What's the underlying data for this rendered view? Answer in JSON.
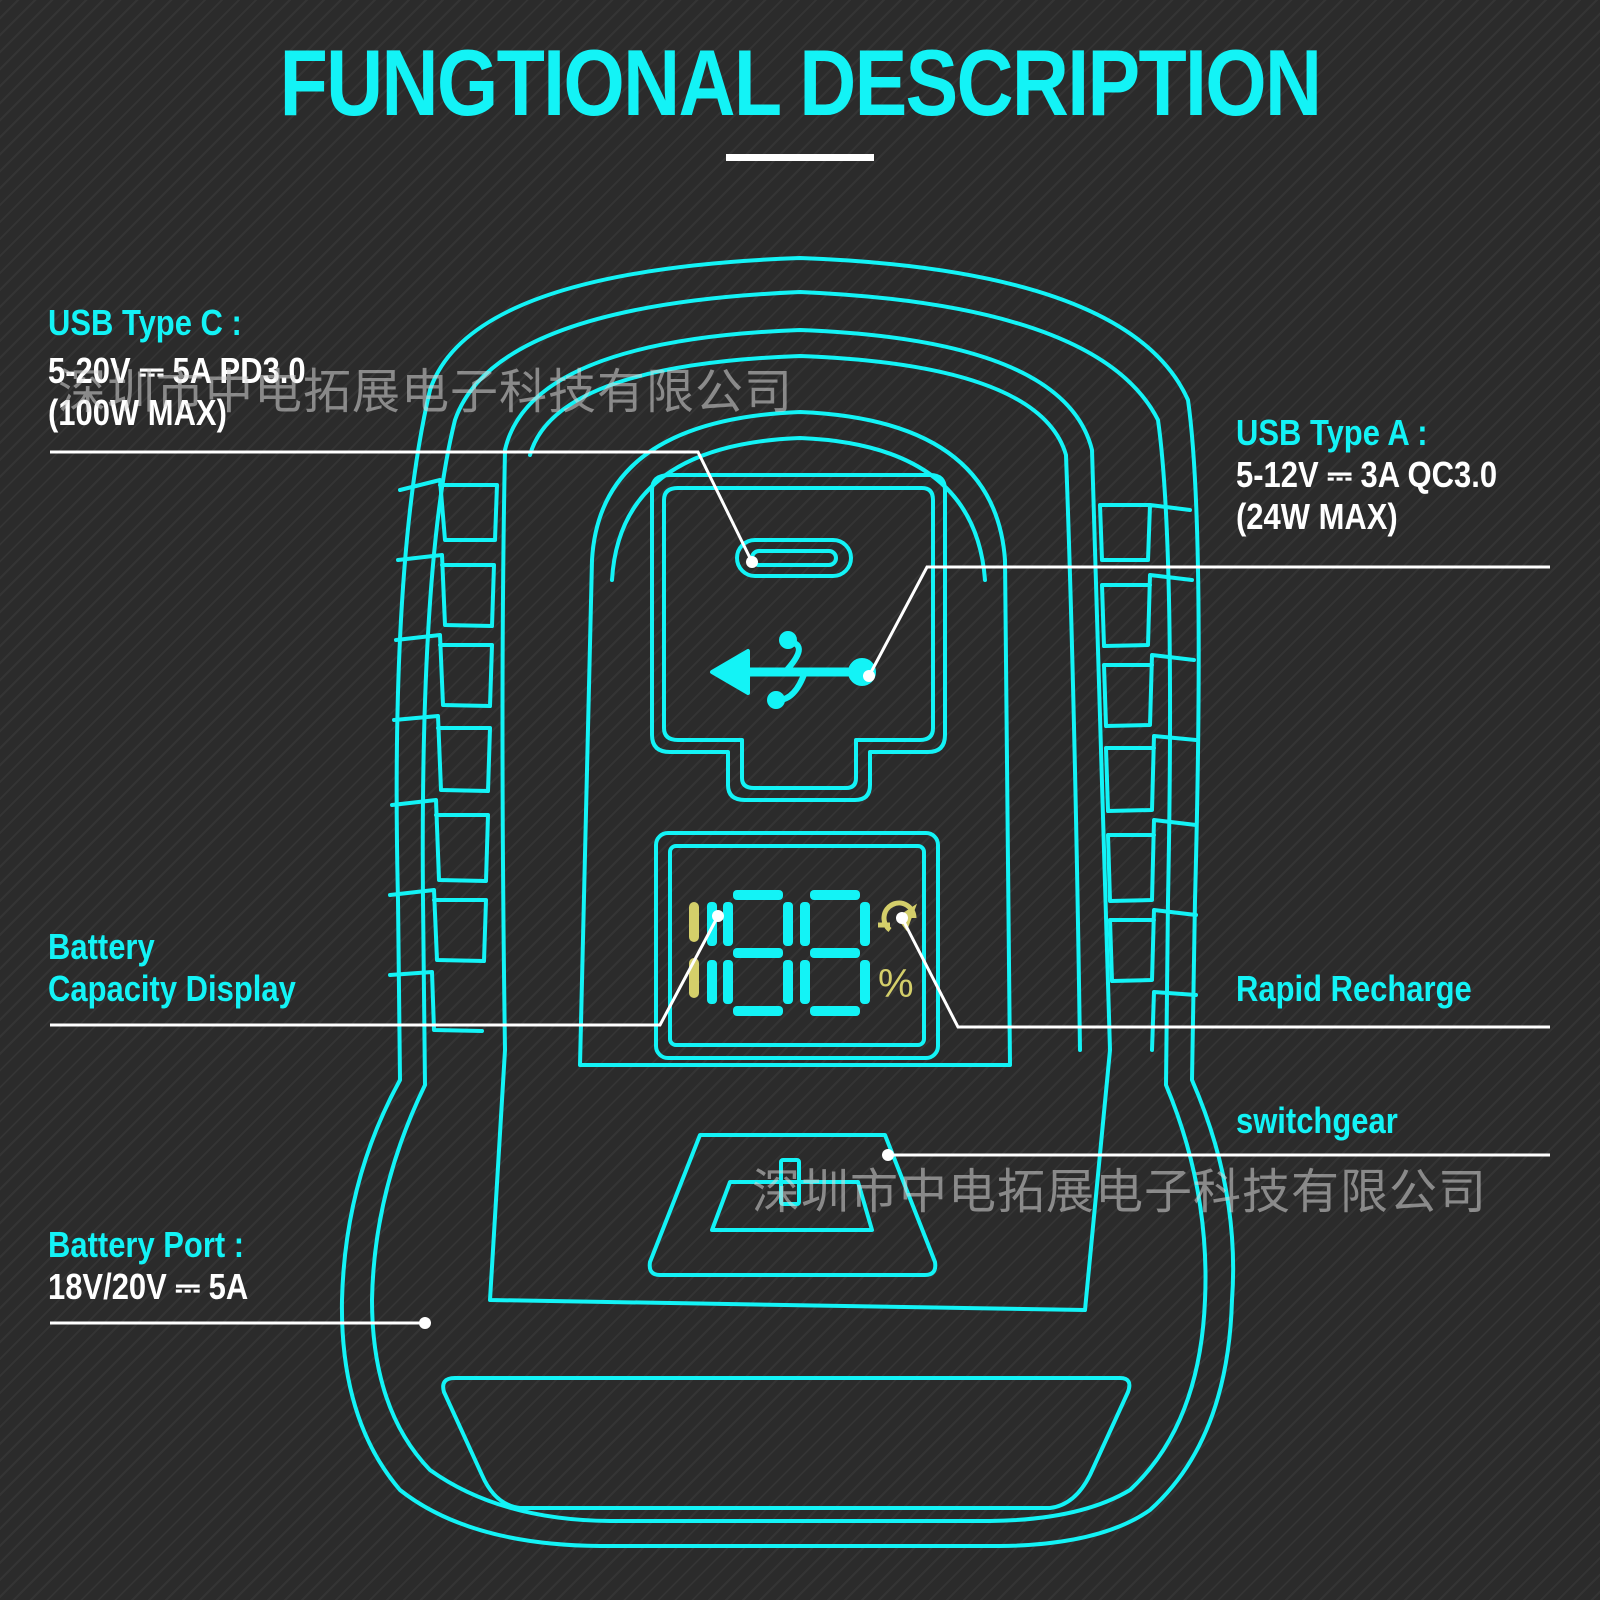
{
  "header": {
    "title": "FUNGTIONAL DESCRIPTION"
  },
  "callouts": {
    "usb_c": {
      "heading": "USB Type C :",
      "spec": "5-20V ⎓ 5A PD3.0",
      "max": "(100W MAX)"
    },
    "usb_a": {
      "heading": "USB Type A :",
      "spec": "5-12V ⎓ 3A QC3.0",
      "max": "(24W MAX)"
    },
    "battery_display": {
      "line1": "Battery",
      "line2": "Capacity Display"
    },
    "rapid_recharge": {
      "heading": "Rapid Recharge"
    },
    "switchgear": {
      "heading": "switchgear"
    },
    "battery_port": {
      "heading": "Battery Port :",
      "spec": "18V/20V ⎓ 5A"
    }
  },
  "display": {
    "digits": "88",
    "percent_sign": "%"
  },
  "watermark": {
    "text": "深圳市中电拓展电子科技有限公司"
  },
  "colors": {
    "accent": "#13f3f6",
    "line": "#ffffff",
    "display_yellow": "#d4cf6a",
    "background": "#2b2b2b"
  }
}
